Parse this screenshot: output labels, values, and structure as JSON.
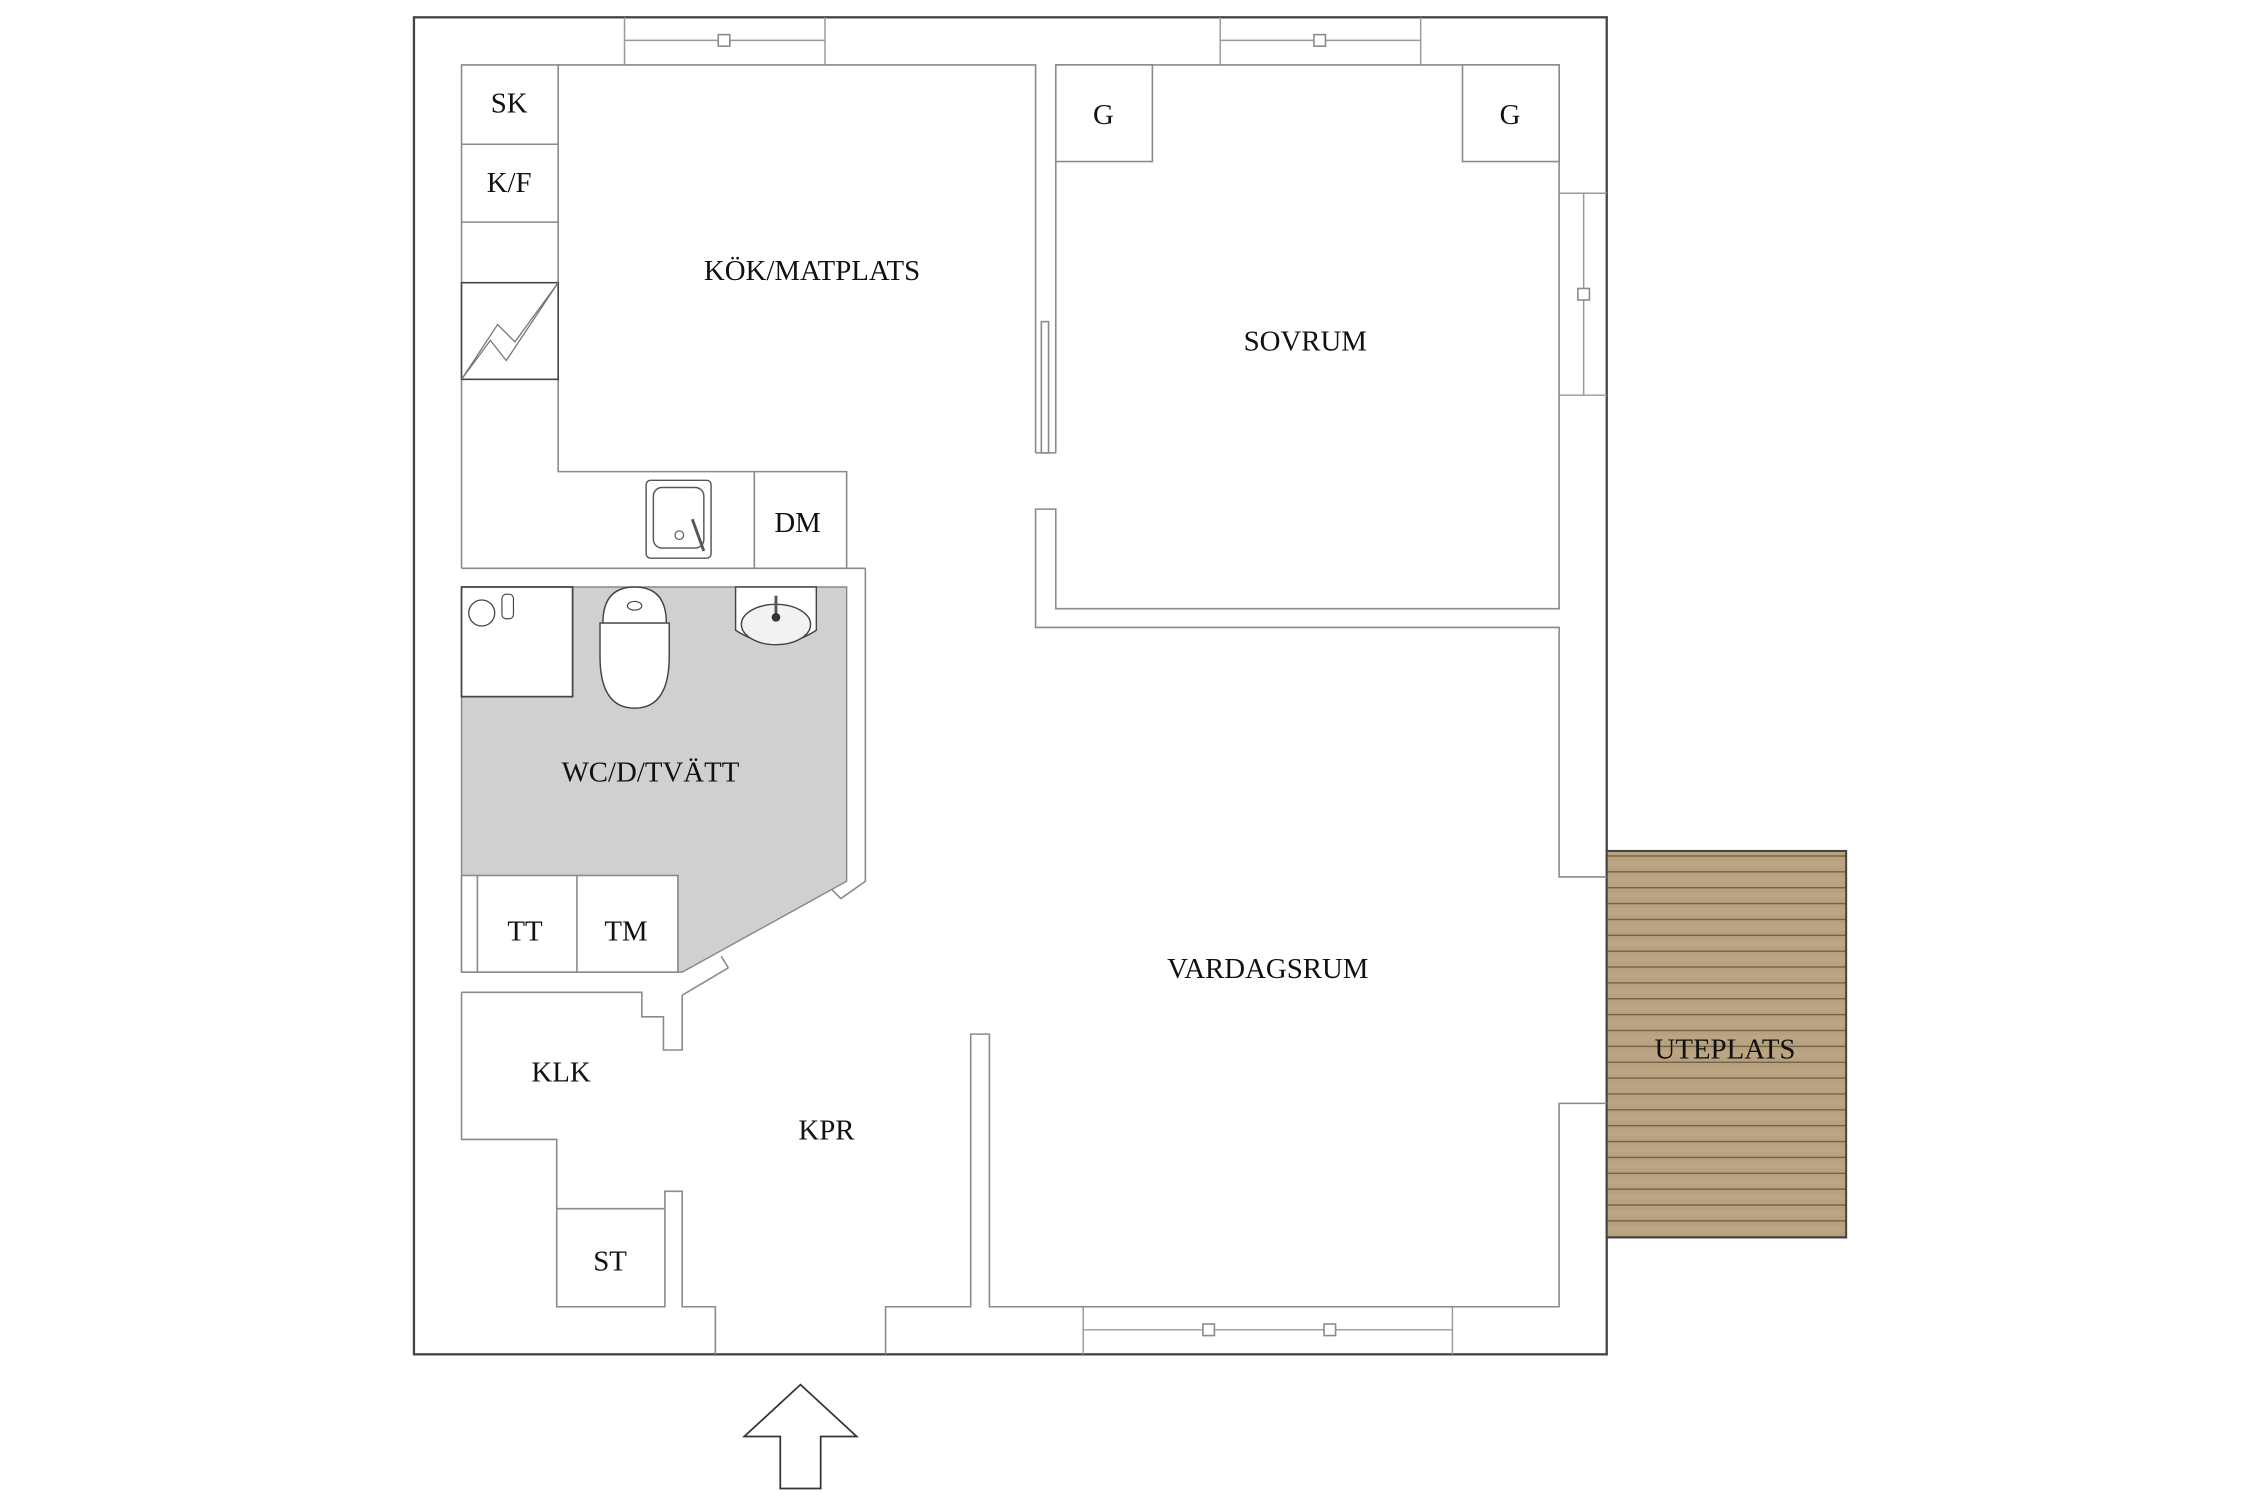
{
  "plan": {
    "rooms": {
      "kitchen": "KÖK/MATPLATS",
      "bedroom": "SOVRUM",
      "bathroom": "WC/D/TVÄTT",
      "living": "VARDAGSRUM",
      "hall": "KPR",
      "closet": "KLK",
      "patio": "UTEPLATS"
    },
    "fixtures": {
      "sk": "SK",
      "kf": "K/F",
      "dm": "DM",
      "g1": "G",
      "g2": "G",
      "tt": "TT",
      "tm": "TM",
      "st": "ST"
    },
    "colors": {
      "bathroom_floor": "#d0d0d0",
      "patio_wood": "#b59e7a",
      "patio_plank_line": "#6b5a43",
      "walls": "#8a8a8a",
      "outer_wall": "#444444"
    },
    "entrance_arrow": "entrance-arrow"
  }
}
